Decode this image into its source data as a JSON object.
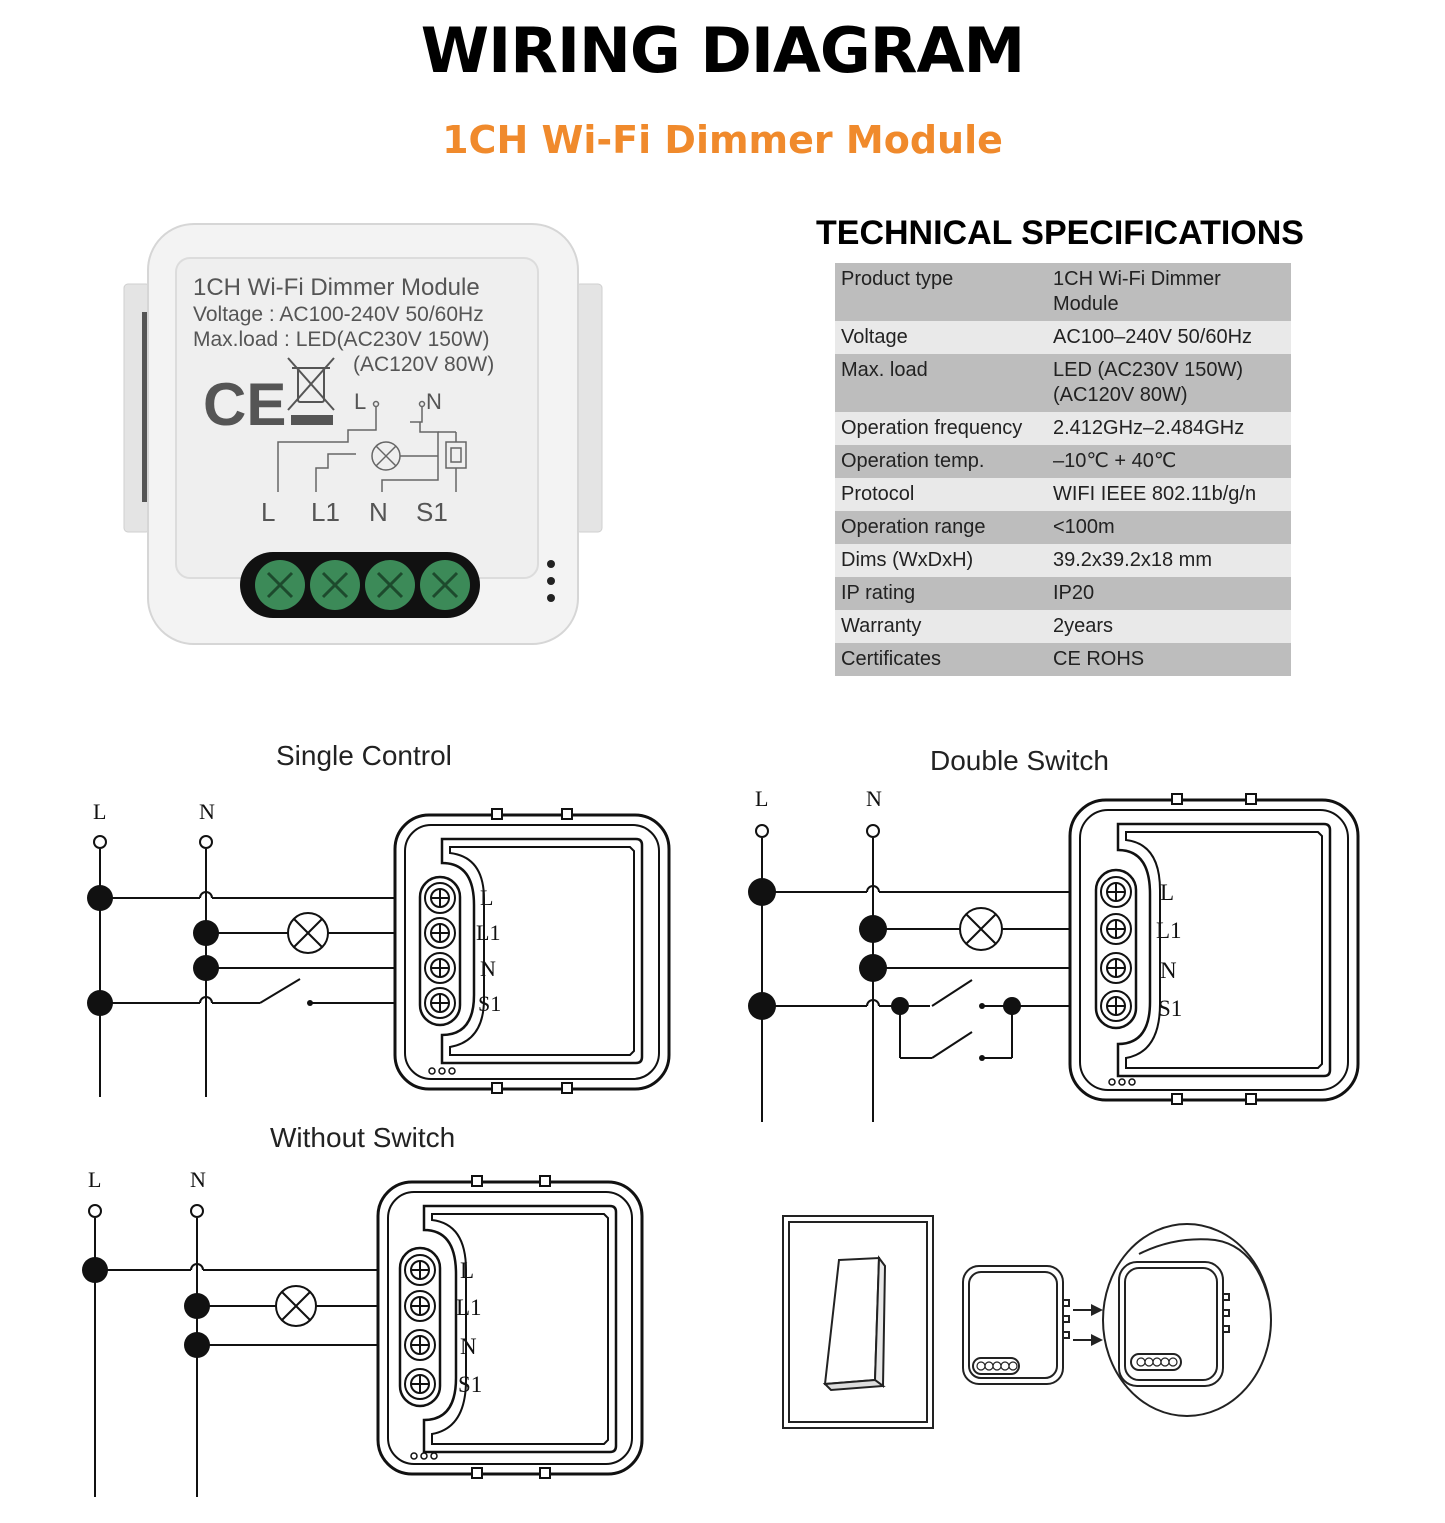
{
  "header": {
    "title": "WIRING DIAGRAM",
    "subtitle": "1CH Wi-Fi Dimmer Module",
    "title_color": "#000000",
    "subtitle_color": "#f08a2c"
  },
  "product_label": {
    "line1": "1CH Wi-Fi Dimmer Module",
    "line2": "Voltage : AC100-240V 50/60Hz",
    "line3": "Max.load : LED(AC230V 150W)",
    "line4": "(AC120V 80W)",
    "ce_mark": "CE",
    "mini_L": "L",
    "mini_N": "N",
    "terminals": [
      "L",
      "L1",
      "N",
      "S1"
    ],
    "terminal_color": "#3c8a58"
  },
  "specs": {
    "heading": "TECHNICAL SPECIFICATIONS",
    "rows": [
      {
        "key": "Product type",
        "value": "1CH Wi-Fi Dimmer Module"
      },
      {
        "key": "Voltage",
        "value": "AC100–240V 50/60Hz"
      },
      {
        "key": "Max. load",
        "value": "LED (AC230V 150W) (AC120V 80W)"
      },
      {
        "key": "Operation frequency",
        "value": "2.412GHz–2.484GHz"
      },
      {
        "key": "Operation temp.",
        "value": "–10℃ + 40℃"
      },
      {
        "key": "Protocol",
        "value": "WIFI  IEEE 802.11b/g/n"
      },
      {
        "key": "Operation range",
        "value": "<100m"
      },
      {
        "key": "Dims (WxDxH)",
        "value": "39.2x39.2x18 mm"
      },
      {
        "key": "IP rating",
        "value": "IP20"
      },
      {
        "key": "Warranty",
        "value": "2years"
      },
      {
        "key": "Certificates",
        "value": "CE ROHS"
      }
    ]
  },
  "diagrams": {
    "single_control": {
      "title": "Single Control",
      "line_L": "L",
      "line_N": "N",
      "terminals": [
        "L",
        "L1",
        "N",
        "S1"
      ]
    },
    "double_switch": {
      "title": "Double Switch",
      "line_L": "L",
      "line_N": "N",
      "terminals": [
        "L",
        "L1",
        "N",
        "S1"
      ]
    },
    "without_switch": {
      "title": "Without Switch",
      "line_L": "L",
      "line_N": "N",
      "terminals": [
        "L",
        "L1",
        "N",
        "S1"
      ]
    }
  },
  "icons": {
    "lamp": "lamp-icon",
    "weee": "crossed-bin-icon",
    "installation": "installation-illustration"
  }
}
